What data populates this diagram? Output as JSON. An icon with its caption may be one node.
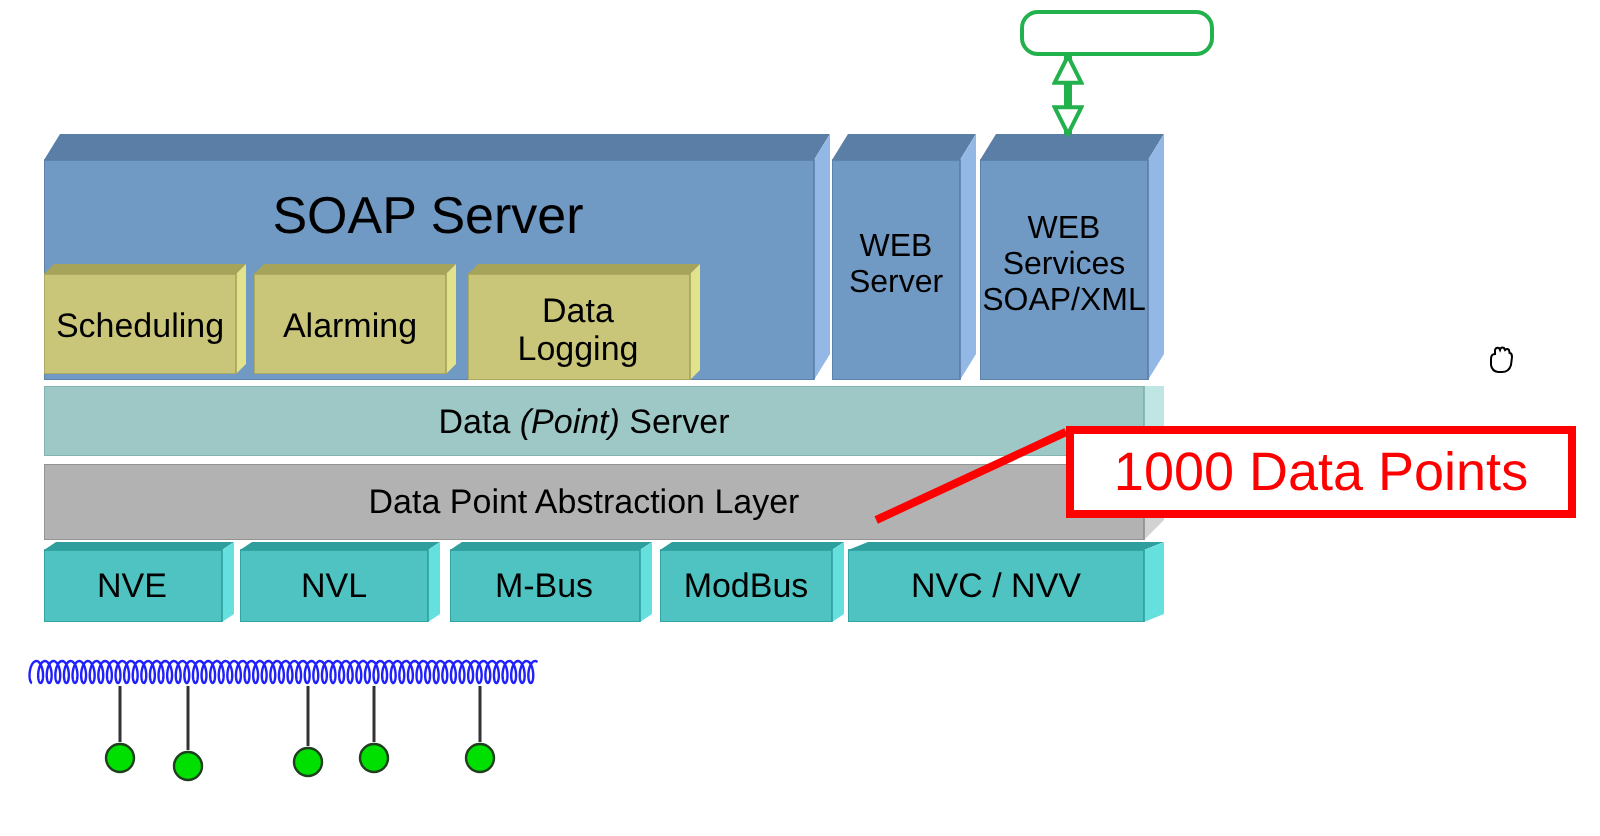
{
  "diagram": {
    "nodes": [
      {
        "text": [],
        "shape": "box"
      },
      {
        "text": [
          "SOAP Server"
        ]
      },
      {
        "text": [
          "Scheduling"
        ],
        "in": 1
      },
      {
        "text": [
          "Alarming"
        ],
        "in": 1
      },
      {
        "text": [
          "Data Logging"
        ],
        "in": 1
      },
      {
        "text": [
          "WEB Server"
        ]
      },
      {
        "text": [
          "WEB Services SOAP/XML"
        ]
      },
      {
        "text": [
          "Data *(Point)* Server"
        ]
      },
      {
        "text": [
          "1000 Data Points"
        ]
      },
      {
        "text": [
          "Data Point Abstraction Layer"
        ]
      },
      {
        "text": [
          "NVE"
        ]
      },
      {
        "text": [
          "NVL"
        ]
      },
      {
        "text": [
          "M-Bus"
        ]
      },
      {
        "text": [
          "ModBus"
        ]
      },
      {
        "text": [
          "NVC / NVV"
        ]
      },
      {
        "text": [],
        "shape": "bar"
      },
      {
        "text": [],
        "shape": "circle"
      },
      {
        "text": [],
        "shape": "circle"
      },
      {
        "text": [],
        "shape": "circle"
      },
      {
        "text": [],
        "shape": "circle"
      },
      {
        "text": [],
        "shape": "circle"
      }
    ],
    "edges": [
      {
        "from": 0,
        "to": 6,
        "arrow": "both",
        "style": "thick",
        "color": "#22b14c"
      },
      {
        "from": 8,
        "to": 9,
        "arrow": "none",
        "style": "thick",
        "color": "#ff0000"
      },
      {
        "from": 16,
        "to": 15,
        "arrow": "none"
      },
      {
        "from": 17,
        "to": 15,
        "arrow": "none"
      },
      {
        "from": 18,
        "to": 15,
        "arrow": "none"
      },
      {
        "from": 19,
        "to": 15,
        "arrow": "none"
      },
      {
        "from": 20,
        "to": 15,
        "arrow": "none"
      }
    ]
  }
}
